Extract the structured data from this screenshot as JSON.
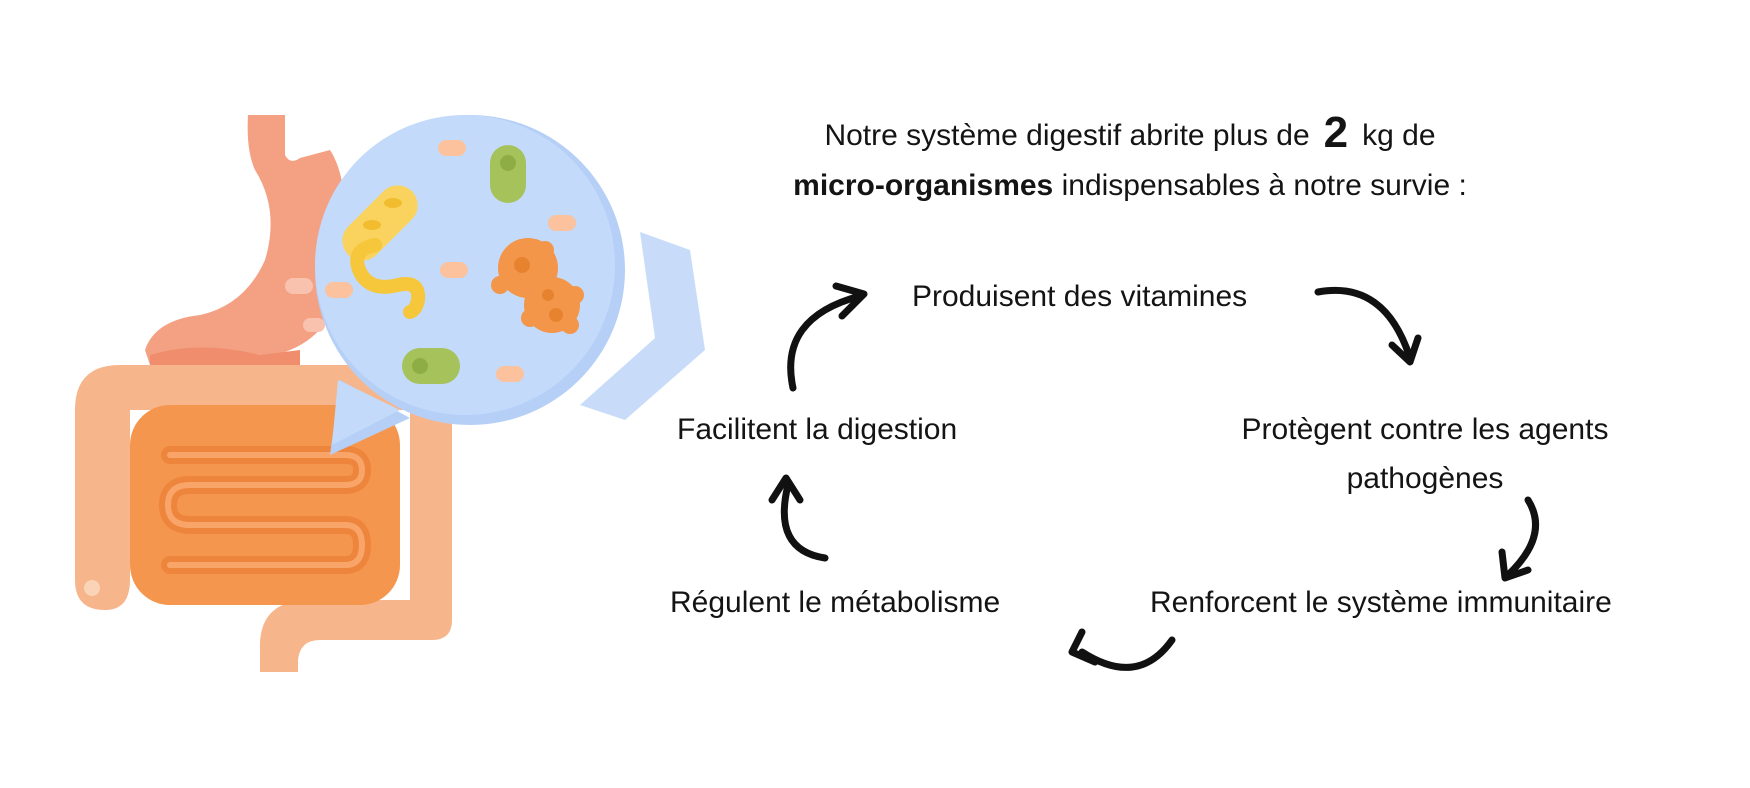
{
  "headline": {
    "part1": "Notre système digestif abrite plus de",
    "amount": "2",
    "part2": "kg de",
    "bold": "micro-organismes",
    "part3": "indispensables à notre survie :"
  },
  "cycle": {
    "steps": [
      "Produisent des vitamines",
      "Protègent contre les agents pathogènes",
      "Renforcent le système immunitaire",
      "Régulent le métabolisme",
      "Facilitent la digestion"
    ]
  },
  "colors": {
    "stomach": "#f4a183",
    "intestine": "#f7b58b",
    "intestine_inner": "#f5964e",
    "bubble": "#c3dafb",
    "bacteria_green": "#a6c25a",
    "bacteria_yellow": "#f9d35d",
    "bacteria_orange": "#f3964a",
    "arrow": "#111111"
  },
  "icons": [
    "digestive-system-icon",
    "bacteria-bubble-icon",
    "cycle-arrow-icon"
  ]
}
